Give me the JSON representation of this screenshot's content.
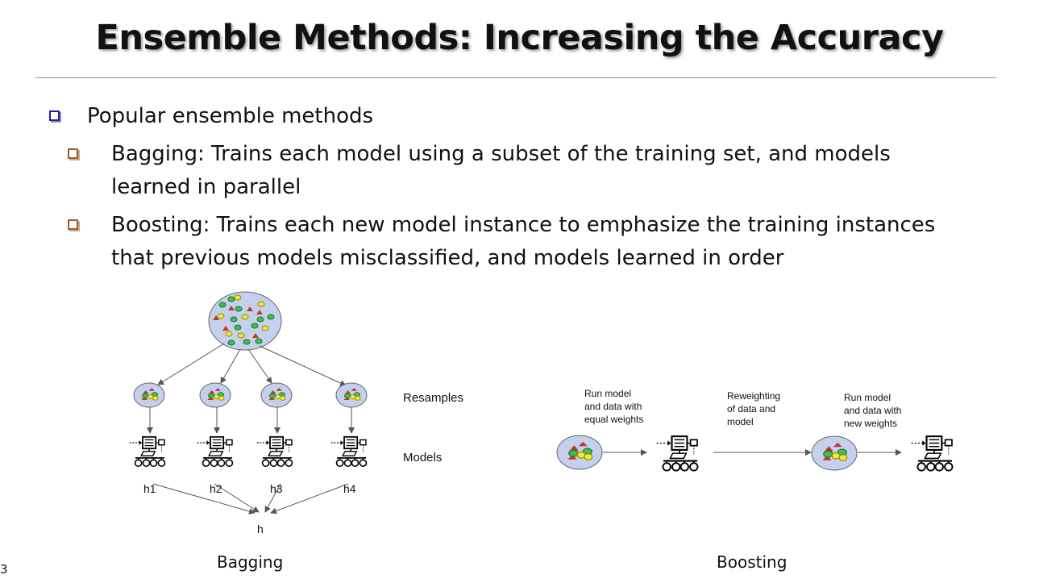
{
  "title": "Ensemble Methods: Increasing the Accuracy",
  "bullets": {
    "main": "Popular ensemble methods",
    "bagging_line1": "Bagging:  Trains each model using a subset of the training set, and models",
    "bagging_line2": "learned in parallel",
    "boosting_line1": "Boosting:  Trains each new model instance to emphasize the training instances",
    "boosting_line2": "that previous models misclassified, and models learned in order"
  },
  "bagging_figure": {
    "resamples_label": "Resamples",
    "models_label": "Models",
    "hypotheses": [
      "h1",
      "h2",
      "h3",
      "h4"
    ],
    "combined": "h",
    "caption": "Bagging"
  },
  "boosting_figure": {
    "step1": [
      "Run model",
      "and data with",
      "equal weights"
    ],
    "step2": [
      "Reweighting",
      "of data and",
      "model"
    ],
    "step3": [
      "Run model",
      "and data with",
      "new weights"
    ],
    "caption": "Boosting"
  },
  "page_number": "3",
  "colors": {
    "ellipse_fill": "#c5d0ee",
    "triangle": "#c0392b",
    "green": "#3cc24a",
    "yellow": "#f2ea2e"
  }
}
